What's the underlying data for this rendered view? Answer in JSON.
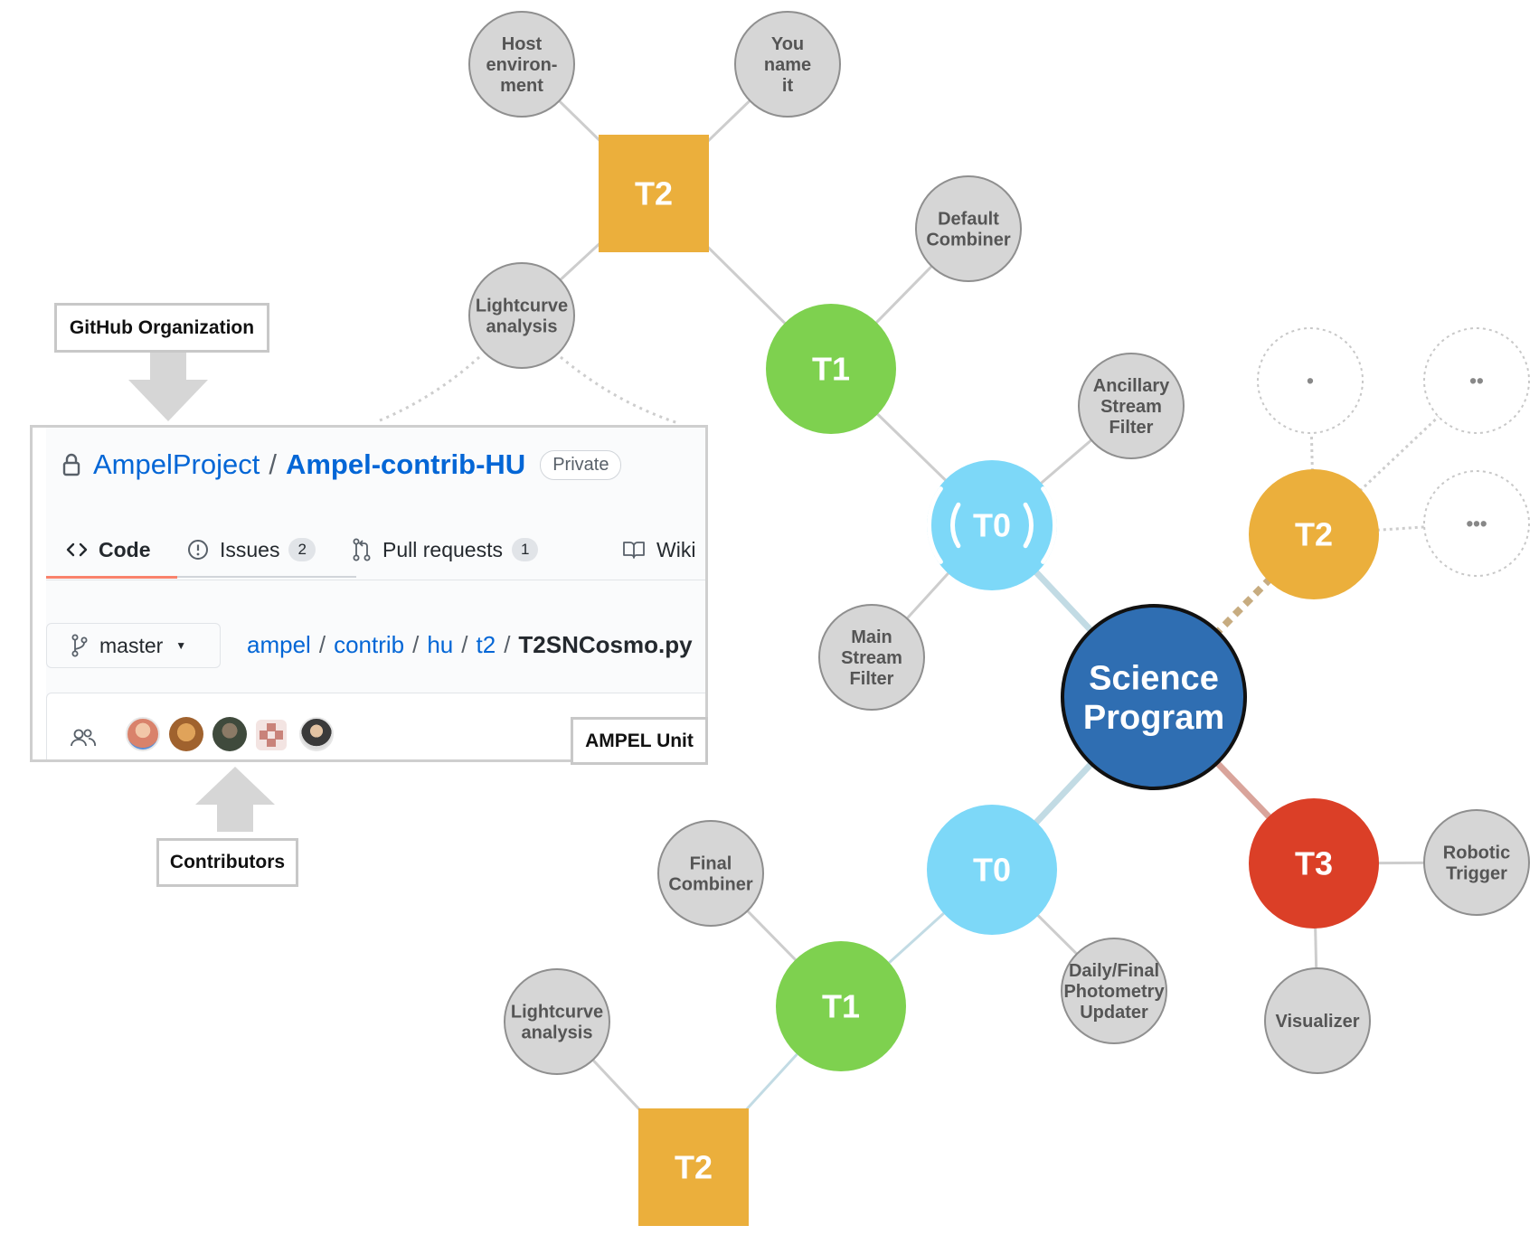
{
  "labels": {
    "github_org": "GitHub Organization",
    "contributors": "Contributors",
    "ampel_unit": "AMPEL Unit"
  },
  "github": {
    "owner": "AmpelProject",
    "separator": "/",
    "repo": "Ampel-contrib-HU",
    "visibility": "Private",
    "tabs": [
      {
        "label": "Code",
        "icon": "code-icon",
        "active": true
      },
      {
        "label": "Issues",
        "icon": "issue-opened-icon",
        "count": "2"
      },
      {
        "label": "Pull requests",
        "icon": "git-pull-request-icon",
        "count": "1"
      },
      {
        "label": "Wiki",
        "icon": "book-icon"
      }
    ],
    "branch": "master",
    "path": [
      "ampel",
      "contrib",
      "hu",
      "t2"
    ],
    "file": "T2SNCosmo.py",
    "contributor_avatars": [
      {
        "icon": "avatar-1",
        "color": "#d9826b"
      },
      {
        "icon": "avatar-2",
        "color": "#a0622e"
      },
      {
        "icon": "avatar-3",
        "color": "#3f4a3c"
      },
      {
        "icon": "avatar-4-identicon",
        "color": "#c9837a"
      },
      {
        "icon": "avatar-5",
        "color": "#3a3a3a"
      }
    ]
  },
  "colors": {
    "t0": "#7dd8f8",
    "t1": "#7ed14f",
    "t2": "#ebaf3c",
    "t3": "#db3f27",
    "science_program": "#2f6eb2",
    "unit": "#d6d6d6",
    "link_grey": "#cdcdcd",
    "link_blue": "#c2dbe4",
    "link_red": "#d9a49b",
    "link_gold": "#c7ac80"
  },
  "diagram": {
    "nodes": [
      {
        "id": "sp",
        "kind": "hub",
        "lines": [
          "Science",
          "Program"
        ]
      },
      {
        "id": "t0_top",
        "kind": "t0-broadcast",
        "lines": [
          "T0"
        ]
      },
      {
        "id": "t0_bottom",
        "kind": "t0",
        "lines": [
          "T0"
        ]
      },
      {
        "id": "t1_top",
        "kind": "t1",
        "lines": [
          "T1"
        ]
      },
      {
        "id": "t1_bottom",
        "kind": "t1",
        "lines": [
          "T1"
        ]
      },
      {
        "id": "t2_square_top",
        "kind": "t2-square",
        "lines": [
          "T2"
        ]
      },
      {
        "id": "t2_square_bottom",
        "kind": "t2-square",
        "lines": [
          "T2"
        ]
      },
      {
        "id": "t2_circle",
        "kind": "t2-circle",
        "lines": [
          "T2"
        ]
      },
      {
        "id": "t3",
        "kind": "t3",
        "lines": [
          "T3"
        ]
      },
      {
        "id": "host",
        "kind": "unit",
        "lines": [
          "Host",
          "environ-",
          "ment"
        ]
      },
      {
        "id": "youname",
        "kind": "unit",
        "lines": [
          "You",
          "name",
          "it"
        ]
      },
      {
        "id": "defcomb",
        "kind": "unit",
        "lines": [
          "Default",
          "Combiner"
        ]
      },
      {
        "id": "lc_top",
        "kind": "unit",
        "lines": [
          "Lightcurve",
          "analysis"
        ]
      },
      {
        "id": "ancillary",
        "kind": "unit",
        "lines": [
          "Ancillary",
          "Stream",
          "Filter"
        ]
      },
      {
        "id": "mainstream",
        "kind": "unit",
        "lines": [
          "Main",
          "Stream",
          "Filter"
        ]
      },
      {
        "id": "dot1",
        "kind": "placeholder",
        "lines": [
          "•"
        ]
      },
      {
        "id": "dot2",
        "kind": "placeholder",
        "lines": [
          "••"
        ]
      },
      {
        "id": "dot3",
        "kind": "placeholder",
        "lines": [
          "•••"
        ]
      },
      {
        "id": "robotic",
        "kind": "unit",
        "lines": [
          "Robotic",
          "Trigger"
        ]
      },
      {
        "id": "visualizer",
        "kind": "unit",
        "lines": [
          "Visualizer"
        ]
      },
      {
        "id": "finalcomb",
        "kind": "unit",
        "lines": [
          "Final",
          "Combiner"
        ]
      },
      {
        "id": "lc_bottom",
        "kind": "unit",
        "lines": [
          "Lightcurve",
          "analysis"
        ]
      },
      {
        "id": "dailyfinal",
        "kind": "unit",
        "lines": [
          "Daily/Final",
          "Photometry",
          "Updater"
        ]
      }
    ],
    "edges": [
      {
        "from": "sp",
        "to": "t0_top",
        "style": "blue"
      },
      {
        "from": "sp",
        "to": "t0_bottom",
        "style": "blue"
      },
      {
        "from": "sp",
        "to": "t3",
        "style": "red"
      },
      {
        "from": "sp",
        "to": "t2_circle",
        "style": "gold-dashed"
      },
      {
        "from": "t0_top",
        "to": "t1_top",
        "style": "grey"
      },
      {
        "from": "t0_top",
        "to": "ancillary",
        "style": "grey"
      },
      {
        "from": "t0_top",
        "to": "mainstream",
        "style": "grey"
      },
      {
        "from": "t1_top",
        "to": "defcomb",
        "style": "grey"
      },
      {
        "from": "t1_top",
        "to": "t2_square_top",
        "style": "grey"
      },
      {
        "from": "t2_square_top",
        "to": "host",
        "style": "grey"
      },
      {
        "from": "t2_square_top",
        "to": "youname",
        "style": "grey"
      },
      {
        "from": "t2_square_top",
        "to": "lc_top",
        "style": "grey"
      },
      {
        "from": "t2_circle",
        "to": "dot1",
        "style": "grey-dotted"
      },
      {
        "from": "t2_circle",
        "to": "dot2",
        "style": "grey-dotted"
      },
      {
        "from": "t2_circle",
        "to": "dot3",
        "style": "grey-dotted"
      },
      {
        "from": "t3",
        "to": "robotic",
        "style": "grey"
      },
      {
        "from": "t3",
        "to": "visualizer",
        "style": "grey"
      },
      {
        "from": "t0_bottom",
        "to": "t1_bottom",
        "style": "lightblue"
      },
      {
        "from": "t0_bottom",
        "to": "dailyfinal",
        "style": "grey"
      },
      {
        "from": "t1_bottom",
        "to": "finalcomb",
        "style": "grey"
      },
      {
        "from": "t1_bottom",
        "to": "t2_square_bottom",
        "style": "lightblue"
      },
      {
        "from": "t2_square_bottom",
        "to": "lc_bottom",
        "style": "grey"
      }
    ]
  }
}
